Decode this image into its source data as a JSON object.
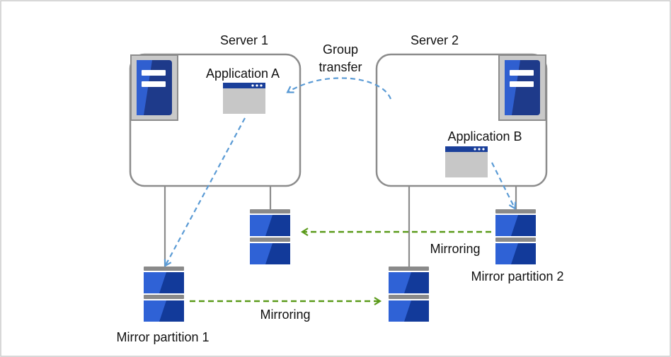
{
  "labels": {
    "server1": "Server 1",
    "server2": "Server 2",
    "group_transfer_line1": "Group",
    "group_transfer_line2": "transfer",
    "application_a": "Application A",
    "application_b": "Application B",
    "mirroring_top": "Mirroring",
    "mirroring_bottom": "Mirroring",
    "mirror_partition_1": "Mirror partition 1",
    "mirror_partition_2": "Mirror partition 2"
  },
  "colors": {
    "server_box_stroke": "#8c8c8c",
    "server_tower_bg": "#c9c9c9",
    "server_tower_blue": "#1e3a8a",
    "disk_blue": "#1f4fb5",
    "disk_cap": "#8a8a8a",
    "app_window_bar": "#1a3f9a",
    "app_window_body": "#c7c7c7",
    "dashed_blue": "#5b9bd5",
    "dashed_green": "#5a9a1a",
    "connector_gray": "#8c8c8c",
    "frame_border": "#cccccc"
  },
  "icons": [
    "server-tower-icon",
    "application-window-icon",
    "disk-icon"
  ]
}
